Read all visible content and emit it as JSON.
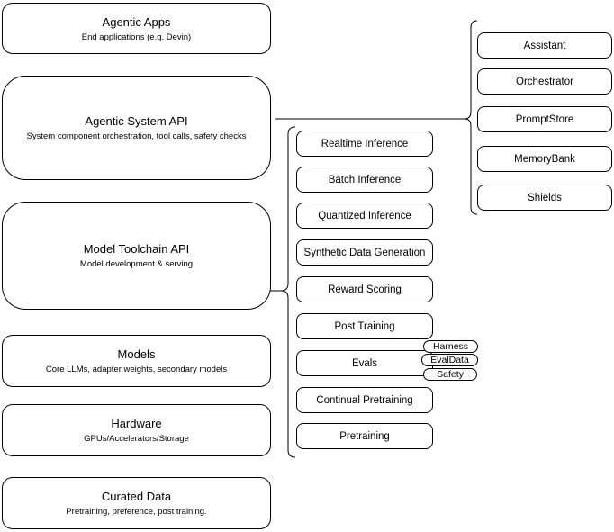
{
  "diagram": {
    "stack": [
      {
        "title": "Agentic Apps",
        "subtitle": "End applications (e.g. Devin)"
      },
      {
        "title": "Agentic System API",
        "subtitle": "System component orchestration, tool calls, safety checks"
      },
      {
        "title": "Model Toolchain API",
        "subtitle": "Model development & serving"
      },
      {
        "title": "Models",
        "subtitle": "Core LLMs, adapter weights, secondary models"
      },
      {
        "title": "Hardware",
        "subtitle": "GPUs/Accelerators/Storage"
      },
      {
        "title": "Curated Data",
        "subtitle": "Pretraining, preference, post training."
      }
    ],
    "toolchain_pipeline": [
      "Realtime Inference",
      "Batch Inference",
      "Quantized Inference",
      "Synthetic Data Generation",
      "Reward Scoring",
      "Post Training",
      "Evals",
      "Continual Pretraining",
      "Pretraining"
    ],
    "evals_tags": [
      "Harness",
      "EvalData",
      "Safety"
    ],
    "agentic_components": [
      "Assistant",
      "Orchestrator",
      "PromptStore",
      "MemoryBank",
      "Shields"
    ],
    "colors": {
      "stroke": "#000000",
      "fill": "#ffffff",
      "text": "#000000"
    }
  }
}
